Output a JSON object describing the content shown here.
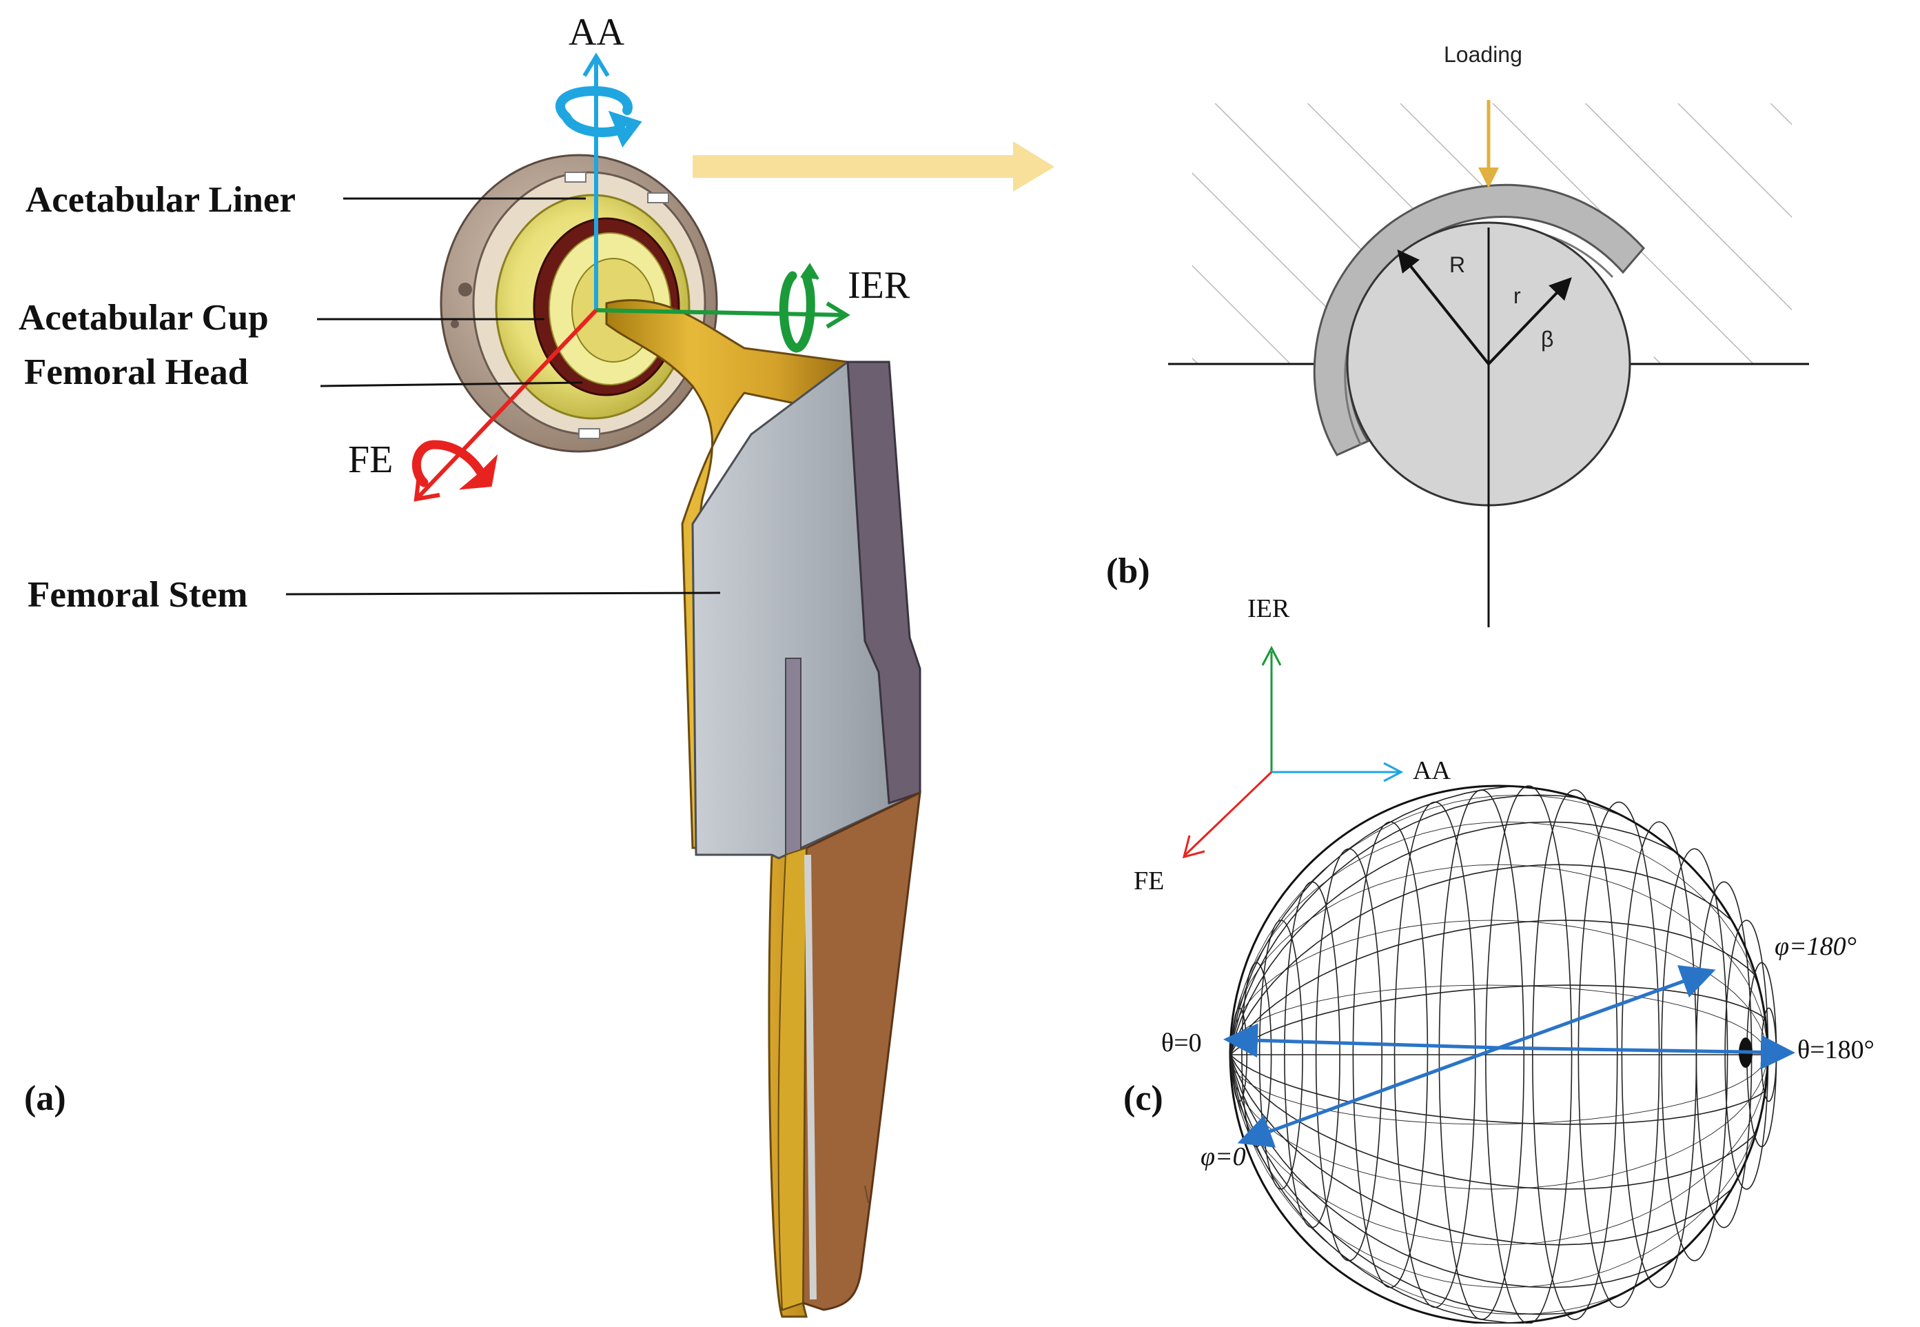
{
  "panel_a": {
    "panel_label": "(a)",
    "parts": {
      "liner": "Acetabular Liner",
      "cup": "Acetabular Cup",
      "head": "Femoral Head",
      "stem": "Femoral Stem"
    },
    "axes": {
      "aa": "AA",
      "ier": "IER",
      "fe": "FE"
    }
  },
  "panel_b": {
    "panel_label": "(b)",
    "loading": "Loading",
    "radius_outer": "R",
    "radius_inner": "r",
    "angle": "β"
  },
  "panel_c": {
    "panel_label": "(c)",
    "axes": {
      "ier": "IER",
      "aa": "AA",
      "fe": "FE"
    },
    "theta_start": "θ=0",
    "theta_end": "θ=180°",
    "phi_start": "φ=0",
    "phi_end": "φ=180°"
  },
  "colors": {
    "aa_axis": "#1fa6e0",
    "ier_axis": "#1b9a3a",
    "fe_axis": "#e8231f",
    "loading": "#e0b040",
    "stem_gold": "#d6a82a",
    "stem_grey": "#a8aeb6",
    "vector_blue": "#2a74c8"
  }
}
